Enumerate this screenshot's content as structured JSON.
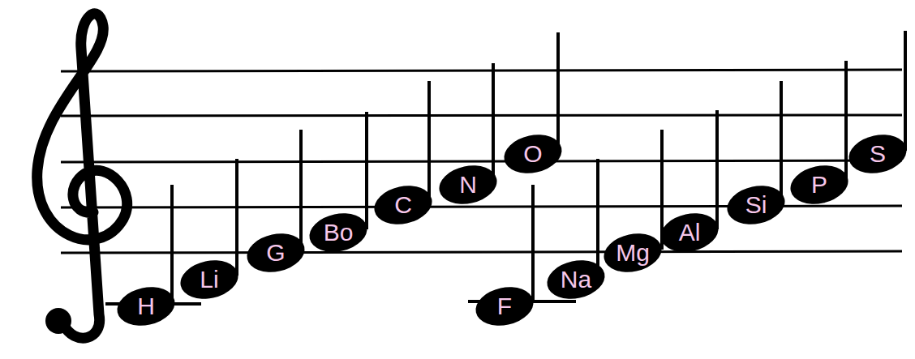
{
  "diagram": {
    "nodes": [
      {
        "text": [
          "H"
        ]
      },
      {
        "text": [
          "Li"
        ]
      },
      {
        "text": [
          "G"
        ]
      },
      {
        "text": [
          "Bo"
        ]
      },
      {
        "text": [
          "C"
        ]
      },
      {
        "text": [
          "N"
        ]
      },
      {
        "text": [
          "O"
        ]
      },
      {
        "text": [
          "F"
        ]
      },
      {
        "text": [
          "Na"
        ]
      },
      {
        "text": [
          "Mg"
        ]
      },
      {
        "text": [
          "Al"
        ]
      },
      {
        "text": [
          "Si"
        ]
      },
      {
        "text": [
          "P"
        ]
      },
      {
        "text": [
          "S"
        ]
      }
    ]
  }
}
